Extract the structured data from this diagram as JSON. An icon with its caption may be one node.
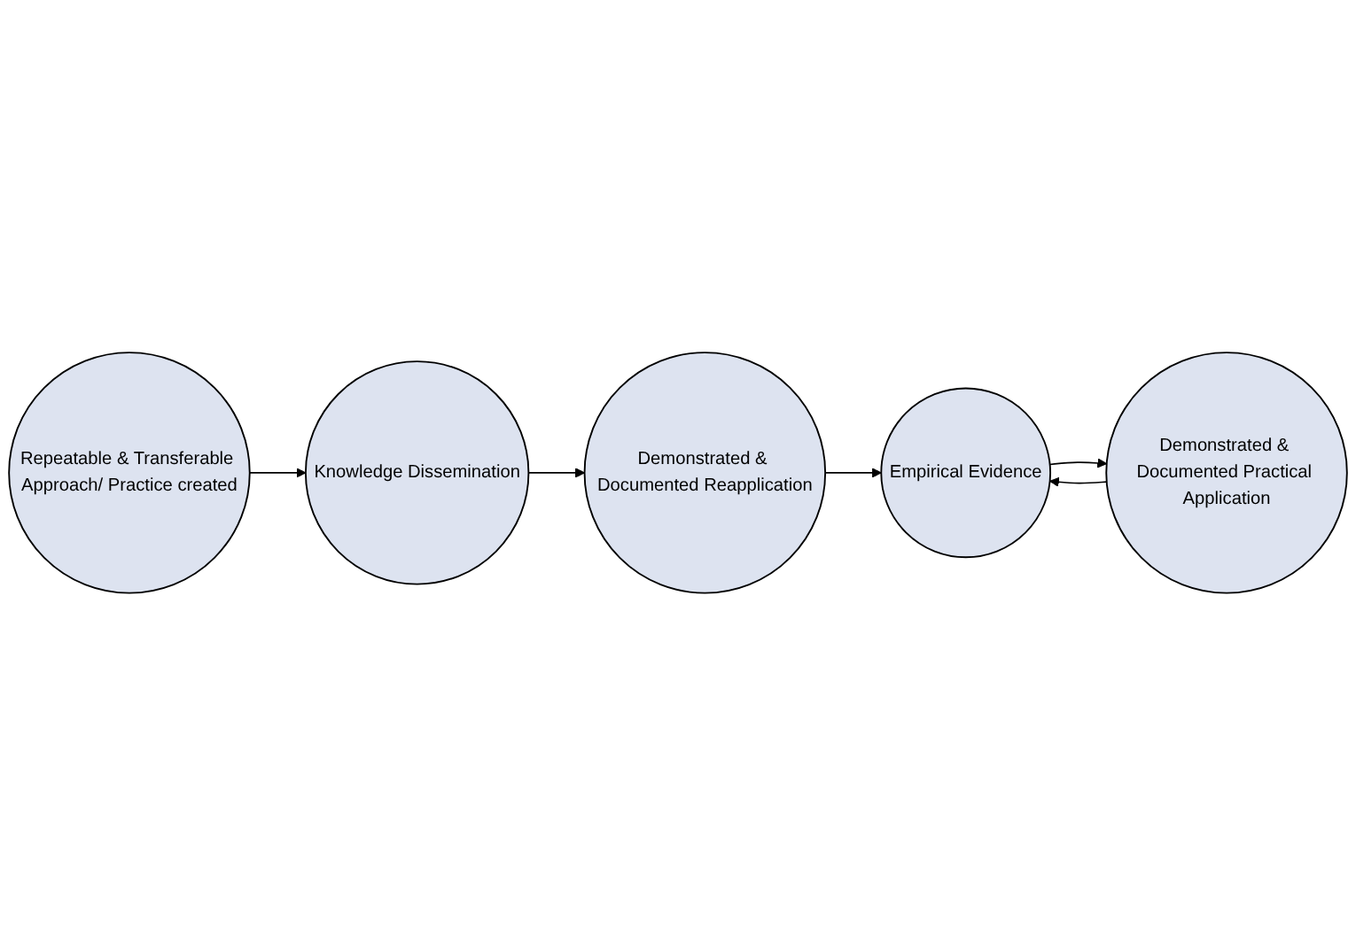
{
  "diagram": {
    "nodes": [
      {
        "text": [
          "Empirical Evidence"
        ]
      },
      {
        "text": [
          "Demonstrated & Documented Practical Application"
        ]
      },
      {
        "text": [
          "Repeatable & Transferable Approach/ Practice created"
        ]
      },
      {
        "text": [
          "Knowledge Dissemination"
        ]
      },
      {
        "text": [
          "Demonstrated & Documented Reapplication"
        ]
      }
    ],
    "edges": [
      {
        "from": 0,
        "to": 1,
        "arrow": "to"
      },
      {
        "from": 1,
        "to": 0,
        "arrow": "to"
      },
      {
        "from": 2,
        "to": 3,
        "arrow": "to"
      },
      {
        "from": 3,
        "to": 4,
        "arrow": "to"
      },
      {
        "from": 4,
        "to": 0,
        "arrow": "to"
      }
    ]
  }
}
